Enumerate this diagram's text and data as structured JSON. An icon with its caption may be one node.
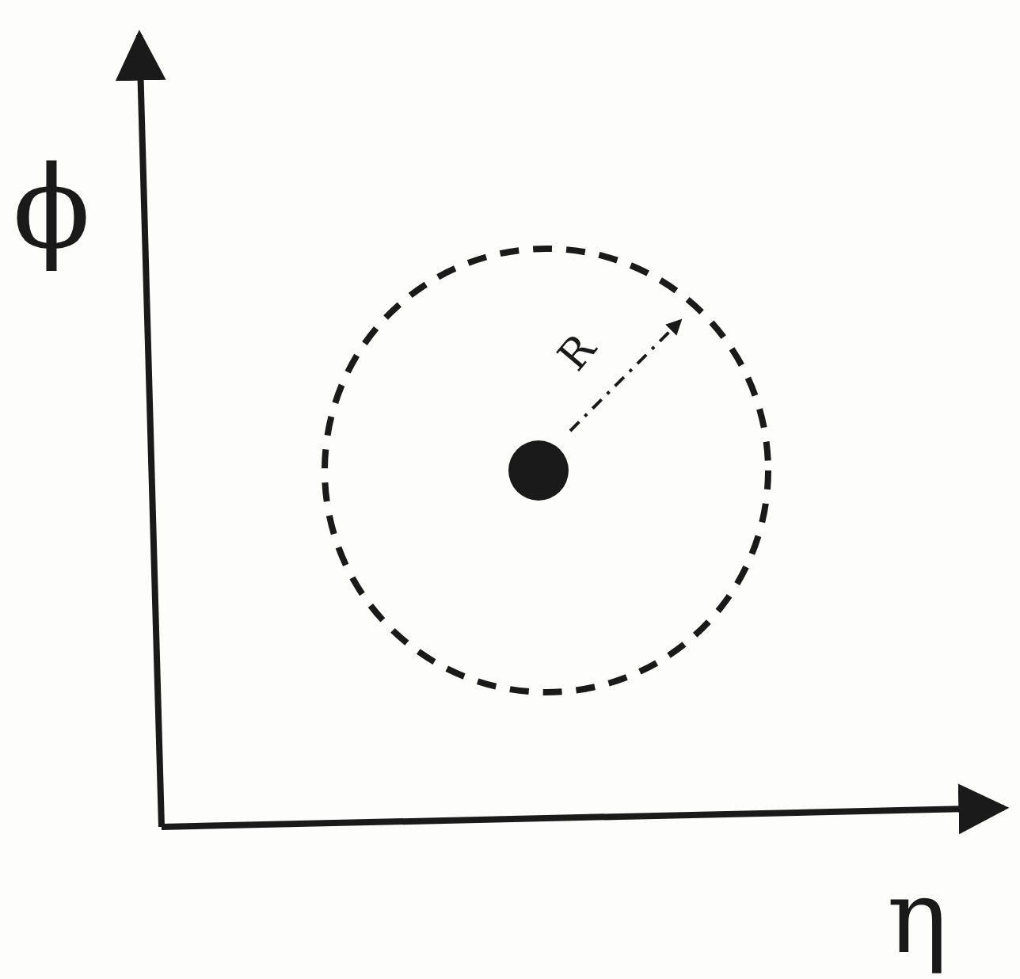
{
  "diagram": {
    "labels": [
      "ϕ",
      "R",
      "η"
    ]
  }
}
